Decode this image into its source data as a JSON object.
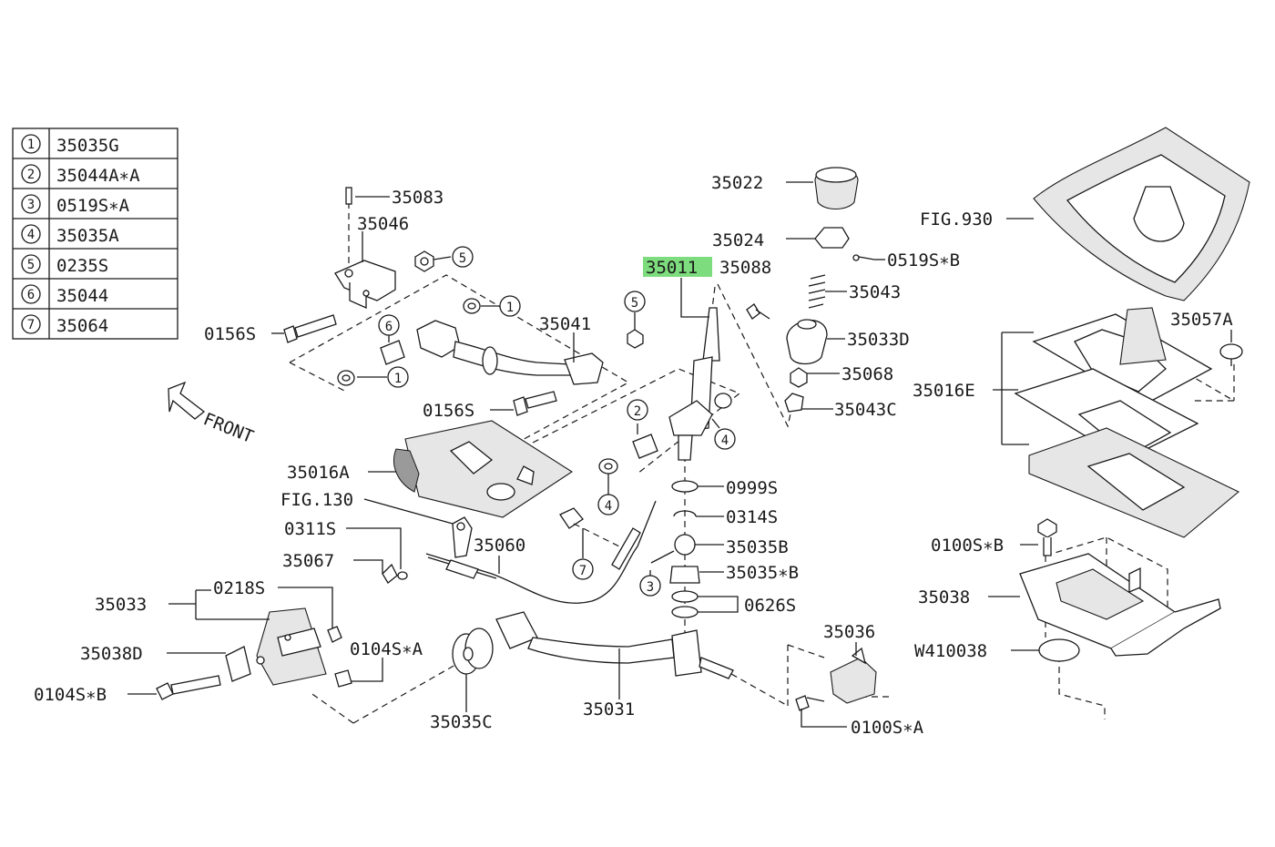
{
  "legend": [
    {
      "num": "1",
      "part": "35035G"
    },
    {
      "num": "2",
      "part": "35044A∗A"
    },
    {
      "num": "3",
      "part": "0519S∗A"
    },
    {
      "num": "4",
      "part": "35035A"
    },
    {
      "num": "5",
      "part": "0235S"
    },
    {
      "num": "6",
      "part": "35044"
    },
    {
      "num": "7",
      "part": "35064"
    }
  ],
  "highlight_color": "#7ddc7d",
  "front_label": "FRONT",
  "labels": {
    "p35083": "35083",
    "p35046": "35046",
    "p0156s_a": "0156S",
    "p0156s_b": "0156S",
    "p35041": "35041",
    "p35011": "35011",
    "p35088": "35088",
    "p35022": "35022",
    "p35024": "35024",
    "p0519sb": "0519S∗B",
    "p35043": "35043",
    "p35033d": "35033D",
    "p35068": "35068",
    "p35043c": "35043C",
    "fig930": "FIG.930",
    "p35057a": "35057A",
    "p35016e": "35016E",
    "p35016a": "35016A",
    "fig130": "FIG.130",
    "p0311s": "0311S",
    "p35067": "35067",
    "p35060": "35060",
    "p0999s": "0999S",
    "p0314s": "0314S",
    "p35035b": "35035B",
    "p35035a_star": "35035∗B",
    "p0626s": "0626S",
    "p35033": "35033",
    "p0218s": "0218S",
    "p35038d": "35038D",
    "p0104sa": "0104S∗A",
    "p0104sb": "0104S∗B",
    "p35035c": "35035C",
    "p35031": "35031",
    "p35036": "35036",
    "p0100sa": "0100S∗A",
    "p0100sb": "0100S∗B",
    "p35038": "35038",
    "w410038": "W410038"
  },
  "callouts": {
    "c1a": "1",
    "c1b": "1",
    "c5a": "5",
    "c5b": "5",
    "c6": "6",
    "c2": "2",
    "c4a": "4",
    "c4b": "4",
    "c7": "7",
    "c3": "3"
  }
}
